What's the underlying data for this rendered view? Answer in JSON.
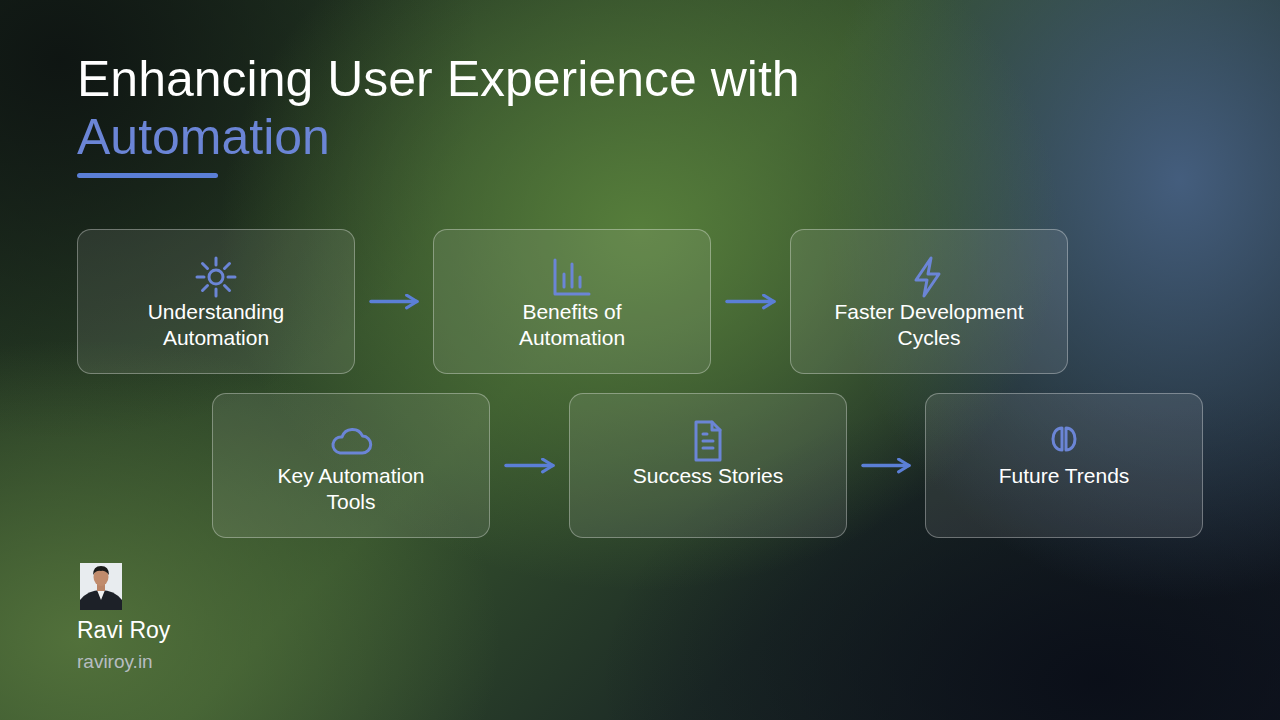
{
  "diagram": {
    "title": "Enhancing User Experience with Automation",
    "nodes": [
      {
        "text": [
          "Understanding Automation"
        ]
      },
      {
        "text": [
          "Benefits of Automation"
        ]
      },
      {
        "text": [
          "Faster Development Cycles"
        ]
      },
      {
        "text": [
          "Key Automation Tools"
        ]
      },
      {
        "text": [
          "Success Stories"
        ]
      },
      {
        "text": [
          "Future Trends"
        ]
      }
    ],
    "edges": [
      {
        "from": 0,
        "to": 1,
        "arrow": "to"
      },
      {
        "from": 1,
        "to": 2,
        "arrow": "to"
      },
      {
        "from": 3,
        "to": 4,
        "arrow": "to"
      },
      {
        "from": 4,
        "to": 5,
        "arrow": "to"
      }
    ],
    "labels": [
      "Ravi Roy",
      "raviroy.in"
    ]
  }
}
